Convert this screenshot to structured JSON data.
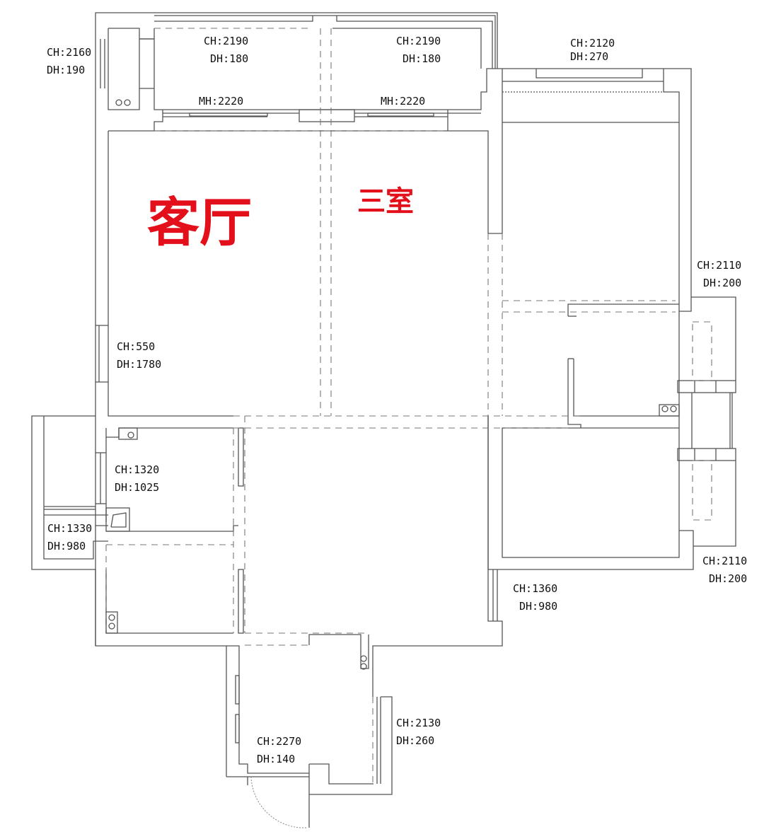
{
  "rooms": {
    "living_room": "客厅",
    "third_bedroom": "三室"
  },
  "annotations": [
    {
      "ch": "CH:2160",
      "dh": "DH:190"
    },
    {
      "ch": "CH:2190",
      "dh": "DH:180"
    },
    {
      "ch": "CH:2190",
      "dh": "DH:180"
    },
    {
      "ch": "CH:2120",
      "dh": "DH:270"
    },
    {
      "ch": "CH:2110",
      "dh": "DH:200"
    },
    {
      "ch": "CH:550",
      "dh": "DH:1780"
    },
    {
      "ch": "CH:1320",
      "dh": "DH:1025"
    },
    {
      "ch": "CH:1330",
      "dh": "DH:980"
    },
    {
      "ch": "CH:1360",
      "dh": "DH:980"
    },
    {
      "ch": "CH:2110",
      "dh": "DH:200"
    },
    {
      "ch": "CH:2130",
      "dh": "DH:260"
    },
    {
      "ch": "CH:2270",
      "dh": "DH:140"
    }
  ],
  "door_heights": [
    "MH:2220",
    "MH:2220"
  ],
  "colors": {
    "room_label": "#e3101b",
    "wall": "#555555"
  }
}
